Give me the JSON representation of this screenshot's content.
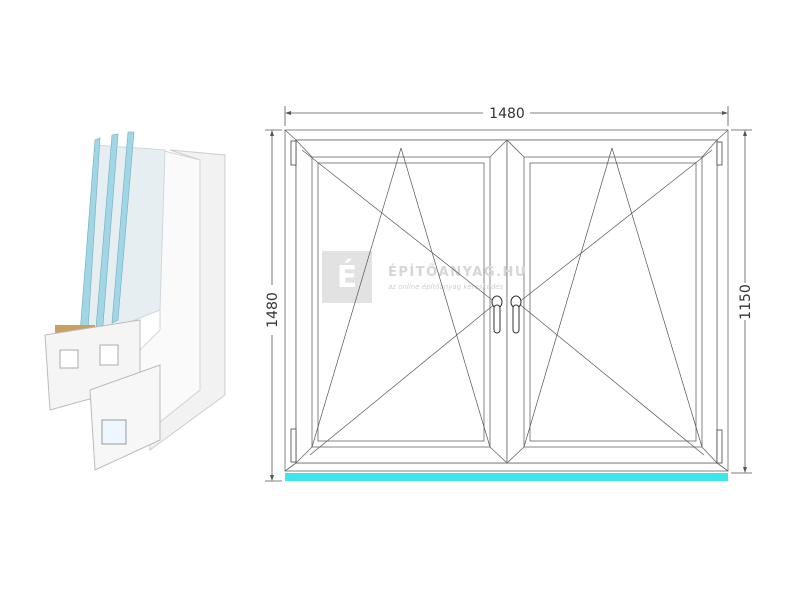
{
  "dimensions": {
    "top_width": "1480",
    "left_height": "1480",
    "right_height": "1150"
  },
  "watermark": {
    "title": "ÉPÍTŐANYAG.HU",
    "subtitle": "az online építőanyag kereskedés",
    "logo_letter": "É"
  },
  "colors": {
    "sill_bar": "#3fe6ee",
    "frame_line": "#555555",
    "glass": "#cfe3ea"
  },
  "window": {
    "sashes": 2,
    "opening_type": "tilt-and-turn"
  }
}
